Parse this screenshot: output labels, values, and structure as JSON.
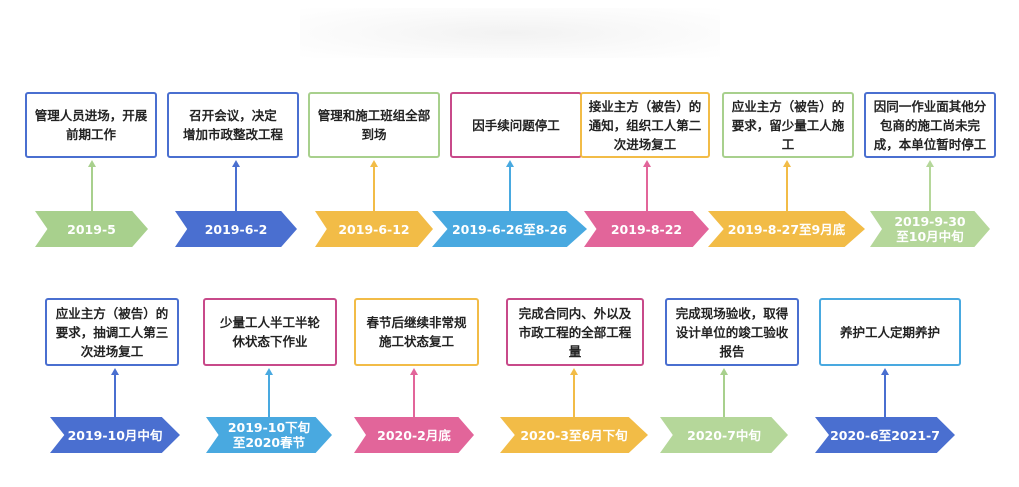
{
  "colors": {
    "green": "#a8d08d",
    "blue": "#4a6fd0",
    "gold": "#f2bc47",
    "sky": "#49a9e0",
    "pink": "#e2659a",
    "magenta": "#c84a8a",
    "lightgreen": "#b5d79a"
  },
  "row1": [
    {
      "text": "管理人员进场，开展\n前期工作",
      "date": "2019-5",
      "box_color": "#4a6fd0",
      "stem_color": "#a8d08d",
      "chev_color": "#a8d08d"
    },
    {
      "text": "召开会议，决定\n增加市政整改工程",
      "date": "2019-6-2",
      "box_color": "#4a6fd0",
      "stem_color": "#4a6fd0",
      "chev_color": "#4a6fd0"
    },
    {
      "text": "管理和施工班组全部\n到场",
      "date": "2019-6-12",
      "box_color": "#a8d08d",
      "stem_color": "#f2bc47",
      "chev_color": "#f2bc47"
    },
    {
      "text": "因手续问题停工",
      "date": "2019-6-26至8-26",
      "box_color": "#c84a8a",
      "stem_color": "#49a9e0",
      "chev_color": "#49a9e0"
    },
    {
      "text": "接业主方（被告）的\n通知，组织工人第二\n次进场复工",
      "date": "2019-8-22",
      "box_color": "#f2bc47",
      "stem_color": "#e2659a",
      "chev_color": "#e2659a"
    },
    {
      "text": "应业主方（被告）的\n要求，留少量工人施\n工",
      "date": "2019-8-27至9月底",
      "box_color": "#a8d08d",
      "stem_color": "#f2bc47",
      "chev_color": "#f2bc47"
    },
    {
      "text": "因同一作业面其他分\n包商的施工尚未完\n成，本单位暂时停工",
      "date": "2019-9-30\n至10月中旬",
      "box_color": "#4a6fd0",
      "stem_color": "#b5d79a",
      "chev_color": "#b5d79a"
    }
  ],
  "row2": [
    {
      "text": "应业主方（被告）的\n要求，抽调工人第三\n次进场复工",
      "date": "2019-10月中旬",
      "box_color": "#4a6fd0",
      "stem_color": "#4a6fd0",
      "chev_color": "#4a6fd0"
    },
    {
      "text": "少量工人半工半轮\n休状态下作业",
      "date": "2019-10下旬\n至2020春节",
      "box_color": "#c84a8a",
      "stem_color": "#49a9e0",
      "chev_color": "#49a9e0"
    },
    {
      "text": "春节后继续非常规\n施工状态复工",
      "date": "2020-2月底",
      "box_color": "#f2bc47",
      "stem_color": "#e2659a",
      "chev_color": "#e2659a"
    },
    {
      "text": "完成合同内、外以及\n市政工程的全部工程\n量",
      "date": "2020-3至6月下旬",
      "box_color": "#c84a8a",
      "stem_color": "#f2bc47",
      "chev_color": "#f2bc47"
    },
    {
      "text": "完成现场验收，取得\n设计单位的竣工验收\n报告",
      "date": "2020-7中旬",
      "box_color": "#4a6fd0",
      "stem_color": "#a8d08d",
      "chev_color": "#b5d79a"
    },
    {
      "text": "养护工人定期养护",
      "date": "2020-6至2021-7",
      "box_color": "#49a9e0",
      "stem_color": "#4a6fd0",
      "chev_color": "#4a6fd0"
    }
  ]
}
